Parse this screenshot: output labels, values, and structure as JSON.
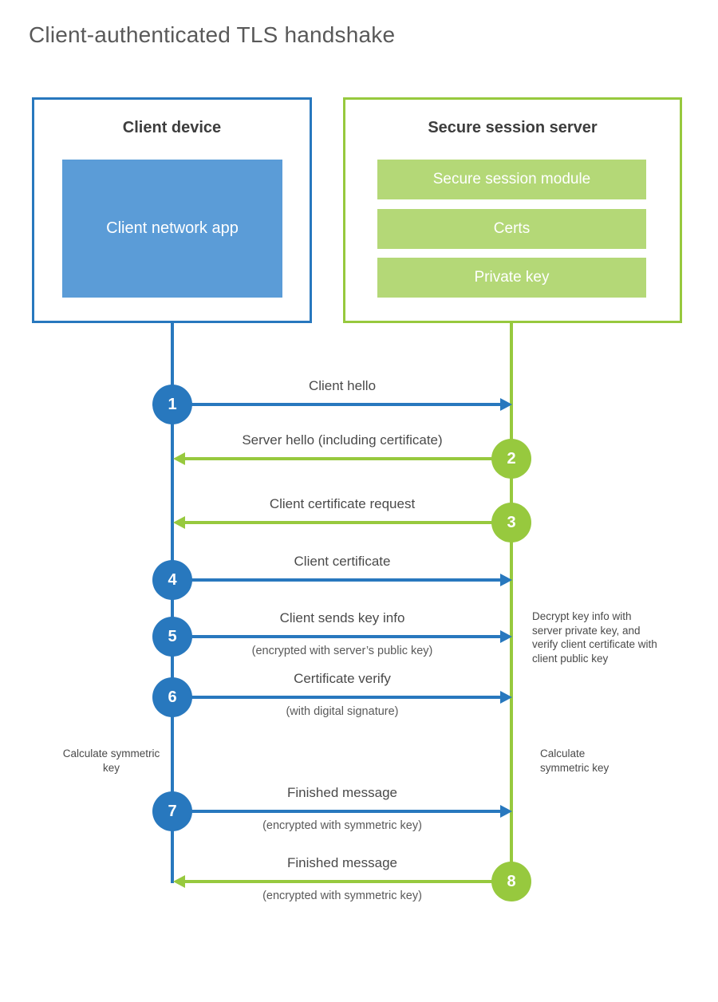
{
  "title": "Client-authenticated TLS handshake",
  "colors": {
    "blue_line": "#2878be",
    "blue_fill": "#5b9cd7",
    "green_line": "#97c93e",
    "green_fill": "#b4d877",
    "heading_text": "#3d3d3d",
    "label_text": "#4a4a4a",
    "title_text": "#595959"
  },
  "client": {
    "title": "Client device",
    "app_label": "Client network app"
  },
  "server": {
    "title": "Secure session server",
    "modules": [
      "Secure session module",
      "Certs",
      "Private key"
    ]
  },
  "steps": [
    {
      "number": "1",
      "label": "Client hello",
      "sublabel": "",
      "direction": "client-to-server"
    },
    {
      "number": "2",
      "label": "Server hello (including certificate)",
      "sublabel": "",
      "direction": "server-to-client"
    },
    {
      "number": "3",
      "label": "Client certificate request",
      "sublabel": "",
      "direction": "server-to-client"
    },
    {
      "number": "4",
      "label": "Client certificate",
      "sublabel": "",
      "direction": "client-to-server"
    },
    {
      "number": "5",
      "label": "Client sends key info",
      "sublabel": "(encrypted with server’s public key)",
      "direction": "client-to-server"
    },
    {
      "number": "6",
      "label": "Certificate verify",
      "sublabel": "(with digital signature)",
      "direction": "client-to-server"
    },
    {
      "number": "7",
      "label": "Finished message",
      "sublabel": "(encrypted with symmetric key)",
      "direction": "client-to-server"
    },
    {
      "number": "8",
      "label": "Finished message",
      "sublabel": "(encrypted with symmetric key)",
      "direction": "server-to-client"
    }
  ],
  "notes": {
    "server_decrypt": "Decrypt key info with server private key, and verify client certificate with client public key",
    "client_calculate": "Calculate symmetric key",
    "server_calculate": "Calculate symmetric key"
  }
}
